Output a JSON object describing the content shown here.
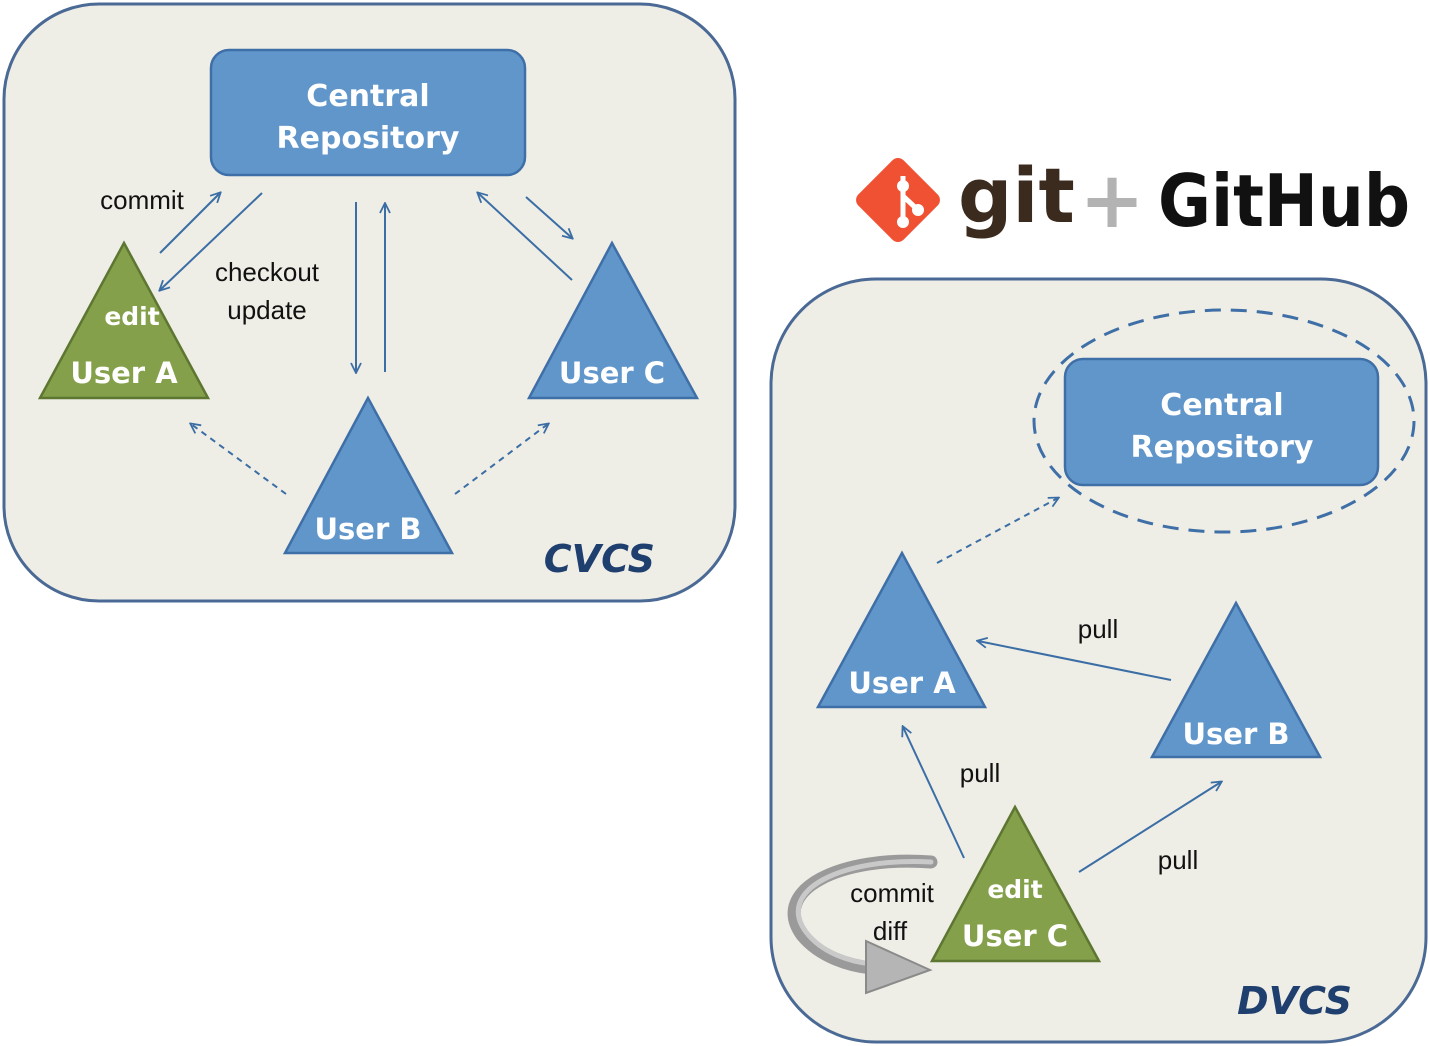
{
  "colors": {
    "panel_fill": "#efeee6",
    "panel_stroke": "#4a6a95",
    "node_blue": "#6196cb",
    "node_blue_stroke": "#3f6fa7",
    "node_green": "#84a04a",
    "node_green_stroke": "#5d7631",
    "arrow": "#3b6ea5",
    "git_orange": "#f05133",
    "git_text": "#3b2b1e",
    "plus_gray": "#b3b3b3"
  },
  "logo": {
    "git": "git",
    "plus": "+",
    "github": "GitHub"
  },
  "cvcs": {
    "title": "CVCS",
    "repo_line1": "Central",
    "repo_line2": "Repository",
    "user_a": "User A",
    "user_a_edit": "edit",
    "user_b": "User B",
    "user_c": "User C",
    "commit": "commit",
    "checkout": "checkout",
    "update": "update"
  },
  "dvcs": {
    "title": "DVCS",
    "repo_line1": "Central",
    "repo_line2": "Repository",
    "user_a": "User A",
    "user_b": "User B",
    "user_c": "User C",
    "user_c_edit": "edit",
    "pull_ab": "pull",
    "pull_ca": "pull",
    "pull_cb": "pull",
    "commit": "commit",
    "diff": "diff"
  }
}
